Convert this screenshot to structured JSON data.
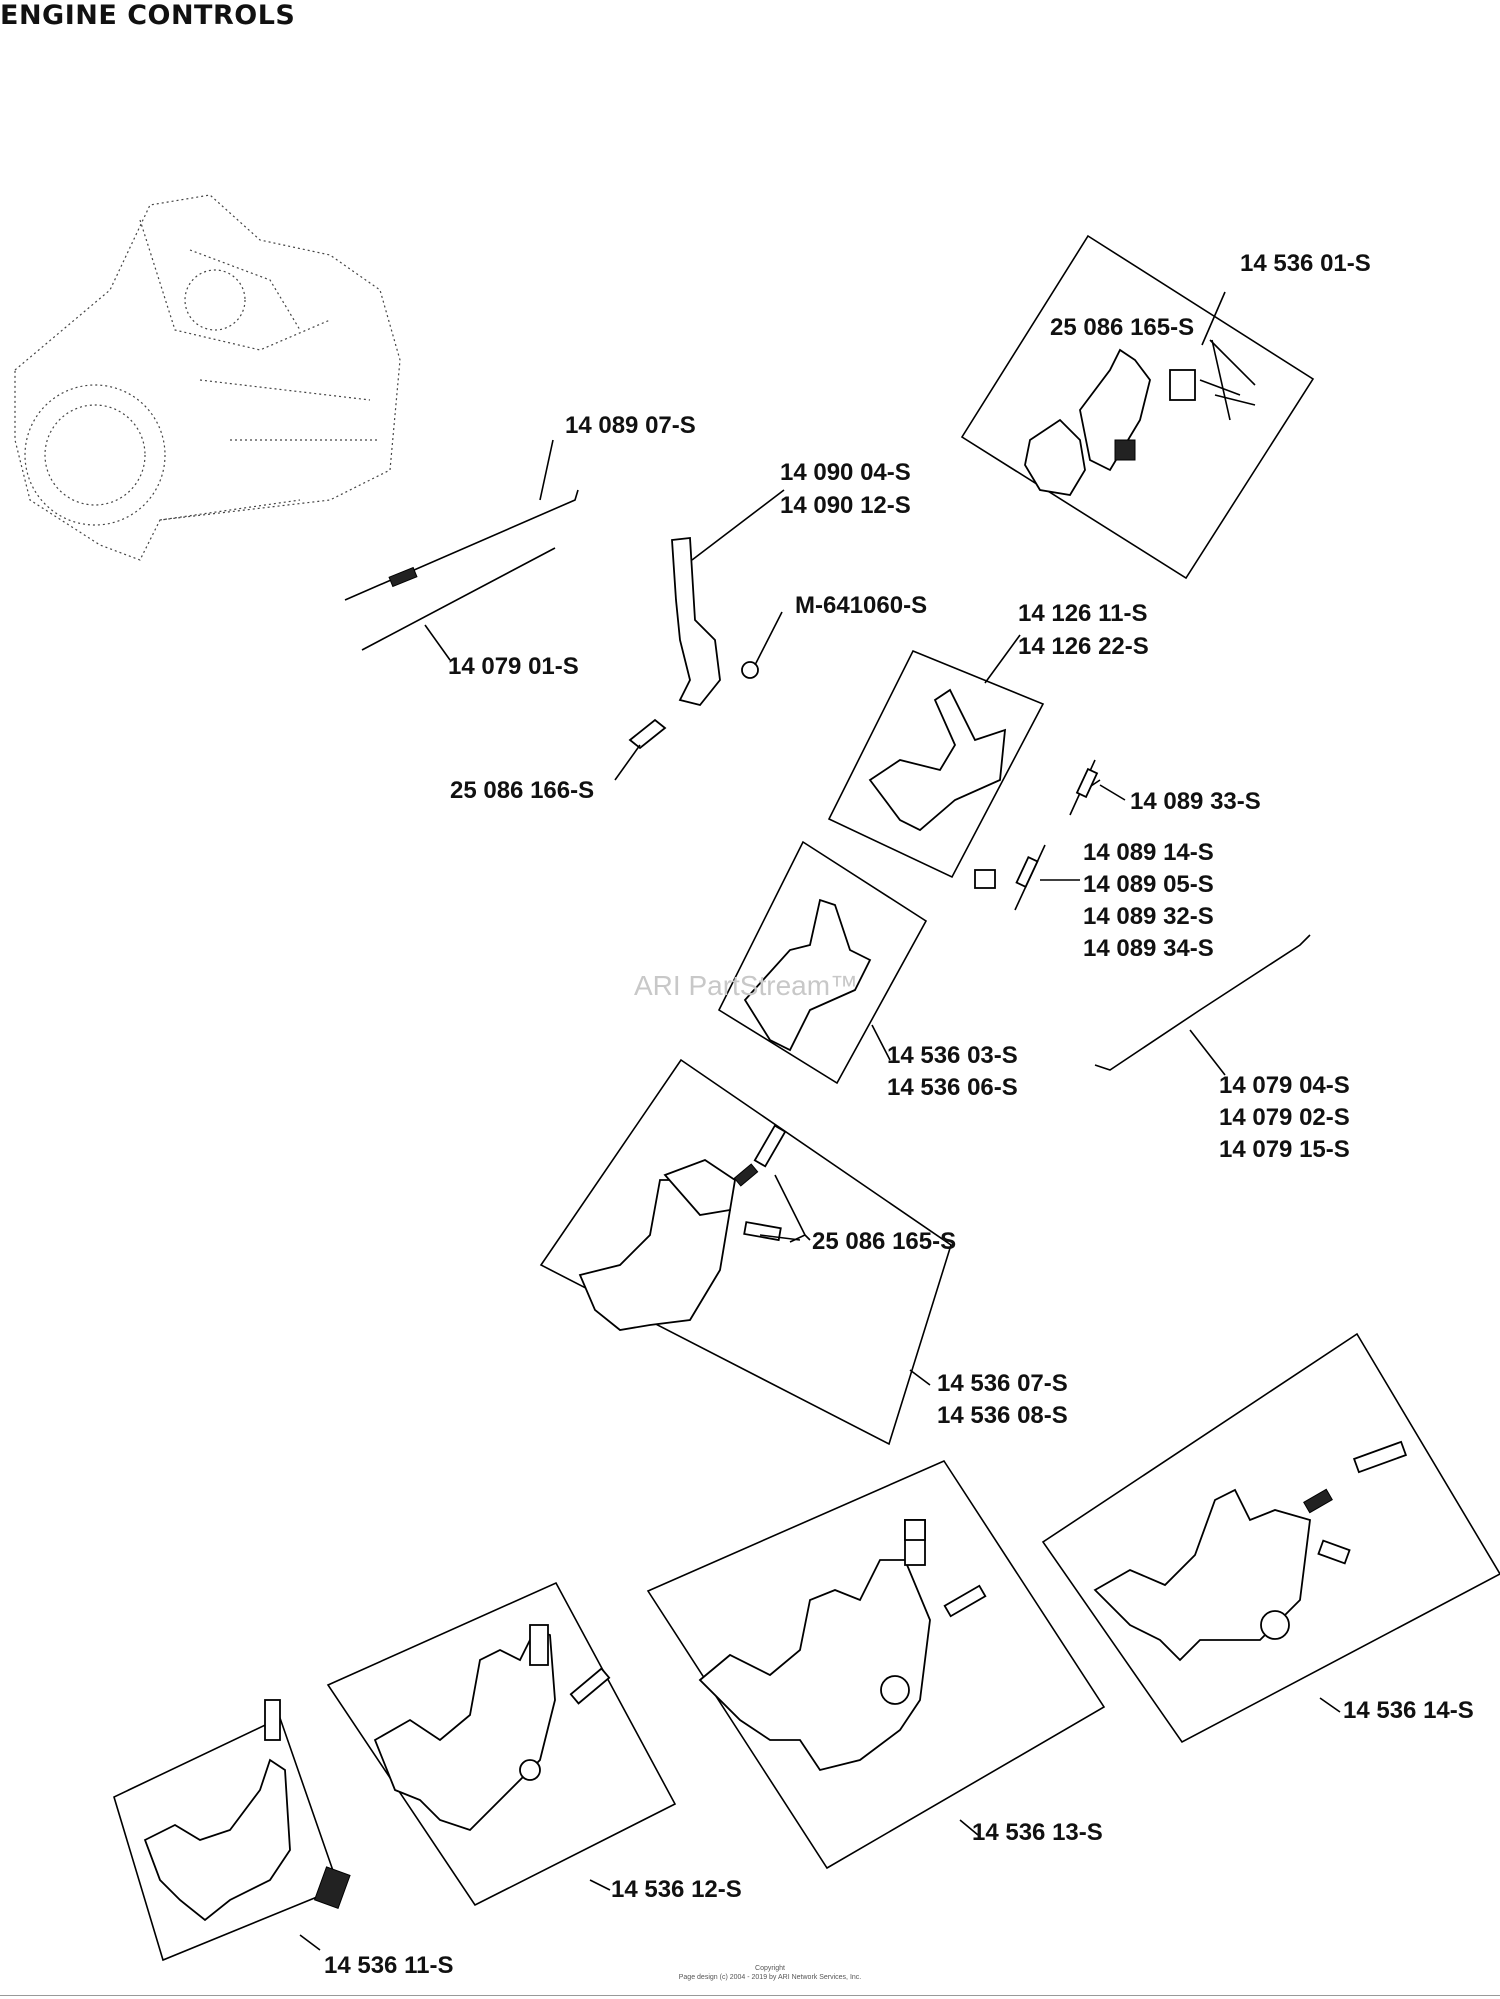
{
  "title": "ENGINE CONTROLS",
  "watermark": "ARI PartStream™",
  "footer": {
    "line1": "Copyright",
    "line2": "Page design (c) 2004 - 2019 by ARI Network Services, Inc."
  },
  "labels": {
    "p14536_01": "14 536 01-S",
    "p25086_165_a": "25 086 165-S",
    "p14089_07": "14 089 07-S",
    "p14090_04": "14 090 04-S",
    "p14090_12": "14 090 12-S",
    "pM641060": "M-641060-S",
    "p14079_01": "14 079 01-S",
    "p14126_11": "14 126 11-S",
    "p14126_22": "14 126 22-S",
    "p25086_166": "25 086 166-S",
    "p14089_33": "14 089 33-S",
    "p14089_14": "14 089 14-S",
    "p14089_05": "14 089 05-S",
    "p14089_32": "14 089 32-S",
    "p14089_34": "14 089 34-S",
    "p14536_03": "14 536 03-S",
    "p14536_06": "14 536 06-S",
    "p14079_04": "14 079 04-S",
    "p14079_02": "14 079 02-S",
    "p14079_15": "14 079 15-S",
    "p25086_165_b": "25 086 165-S",
    "p14536_07": "14 536 07-S",
    "p14536_08": "14 536 08-S",
    "p14536_14": "14 536 14-S",
    "p14536_13": "14 536 13-S",
    "p14536_12": "14 536 12-S",
    "p14536_11": "14 536 11-S"
  }
}
